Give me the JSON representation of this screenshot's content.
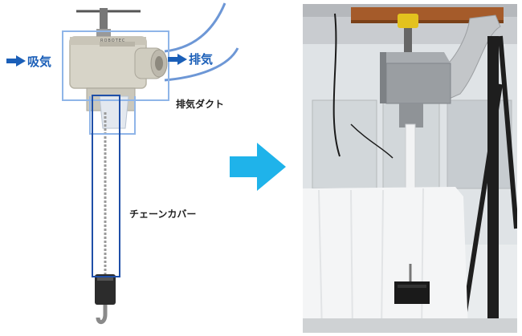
{
  "left_panel": {
    "intake_label": "吸気",
    "exhaust_label": "排気",
    "duct_label": "排気ダクト",
    "chain_cover_label": "チェーンカバー",
    "hoist_brand": "ROBOTEC"
  },
  "colors": {
    "label_blue": "#1b5fb8",
    "outline_blue": "#8fb5e8",
    "chain_box_blue": "#1f4fa8",
    "center_arrow": "#1fb3ea"
  },
  "icons": {
    "intake_arrow": "right-arrow-icon",
    "exhaust_arrow": "right-arrow-icon",
    "transition_arrow": "big-right-arrow-icon"
  }
}
